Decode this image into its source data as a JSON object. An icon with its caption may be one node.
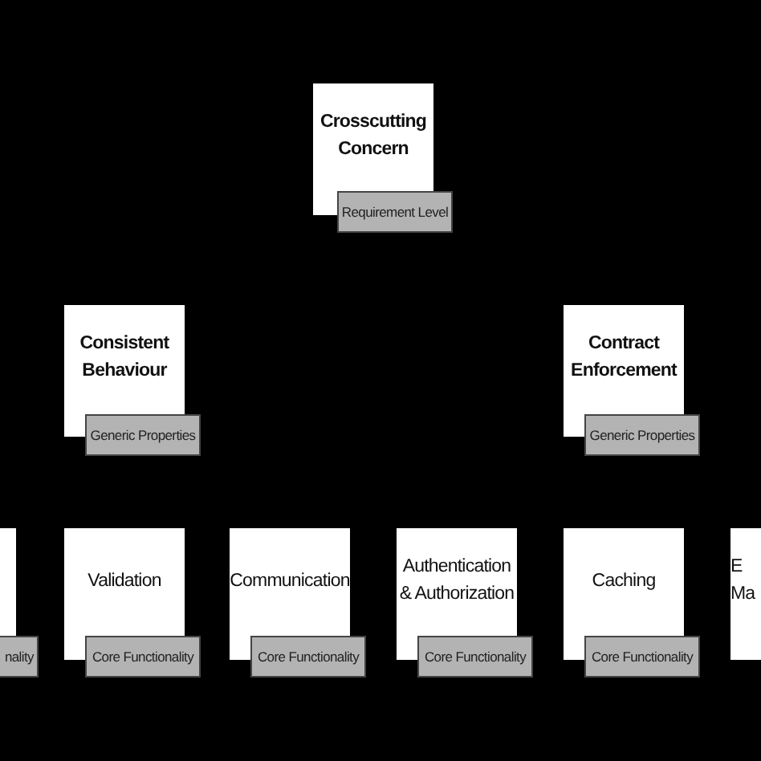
{
  "diagram": {
    "nodes": [
      {
        "text": [
          "Crosscutting Concern",
          "Requirement Level"
        ]
      },
      {
        "text": [
          "Consistent Behaviour",
          "Generic Properties"
        ]
      },
      {
        "text": [
          "Contract Enforcement",
          "Generic Properties"
        ]
      },
      {
        "text": [
          "nality"
        ]
      },
      {
        "text": [
          "Validation",
          "Core Functionality"
        ]
      },
      {
        "text": [
          "Communication",
          "Core Functionality"
        ]
      },
      {
        "text": [
          "Authentication & Authorization",
          "Core Functionality"
        ]
      },
      {
        "text": [
          "Caching",
          "Core Functionality"
        ]
      },
      {
        "text": [
          "E Ma"
        ]
      }
    ]
  }
}
